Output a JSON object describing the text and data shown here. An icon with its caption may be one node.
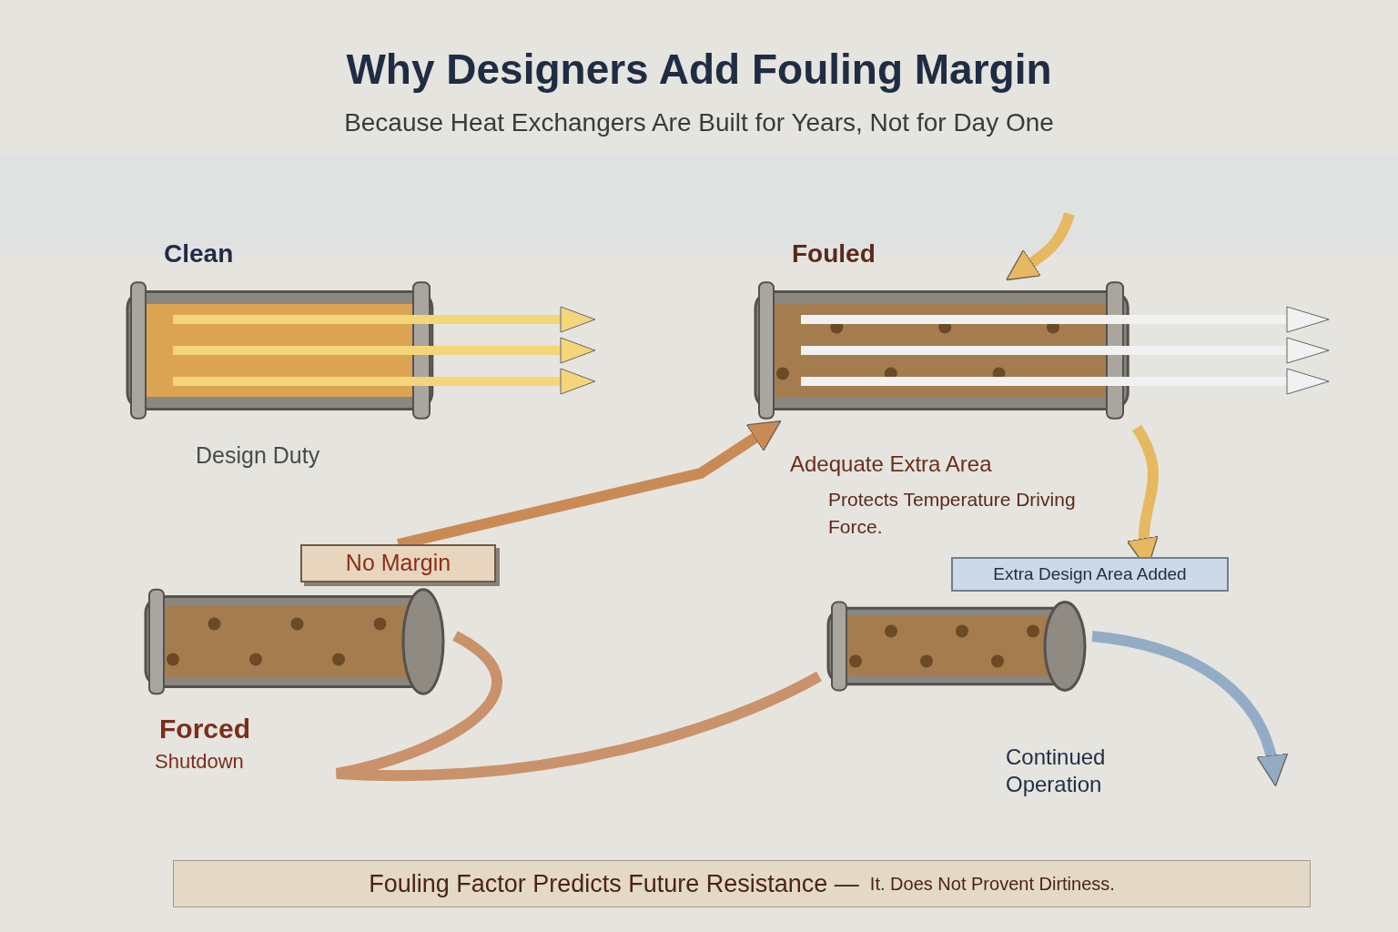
{
  "diagram": {
    "title": "Why Designers Add Fouling Margin",
    "nodes": [
      {
        "text": [
          "Clean"
        ],
        "beside": [
          "Design Duty"
        ]
      },
      {
        "text": [
          "Fouled"
        ],
        "beside": [
          "Adequate Extra Area",
          "Protects Temperature Driving Force."
        ]
      },
      {
        "text": [
          "No Margin"
        ]
      },
      {
        "text": [
          "Extra Design Area Added"
        ]
      },
      {
        "text": [
          "Forced",
          "Shutdown"
        ]
      },
      {
        "text": [
          "Continued Operation"
        ]
      },
      {
        "text": [
          "Fouling Factor Predicts Future Resistance —",
          "It. Does Not Provent Dirtiness."
        ]
      }
    ],
    "edges": [
      {
        "from": null,
        "to": 1,
        "arrow": "to",
        "color": "#e6b860"
      },
      {
        "from": 2,
        "to": 1,
        "arrow": "to",
        "color": "#c98a55"
      },
      {
        "from": 1,
        "to": 3,
        "arrow": "to",
        "color": "#e6b860"
      },
      {
        "from": 4,
        "to": 5,
        "arrow": "none",
        "color": "#c9926a"
      },
      {
        "from": 5,
        "to": null,
        "arrow": "to",
        "color": "#93acc6"
      }
    ],
    "labels": [
      "Because Heat Exchangers Are Built for Years, Not for Day One"
    ]
  }
}
